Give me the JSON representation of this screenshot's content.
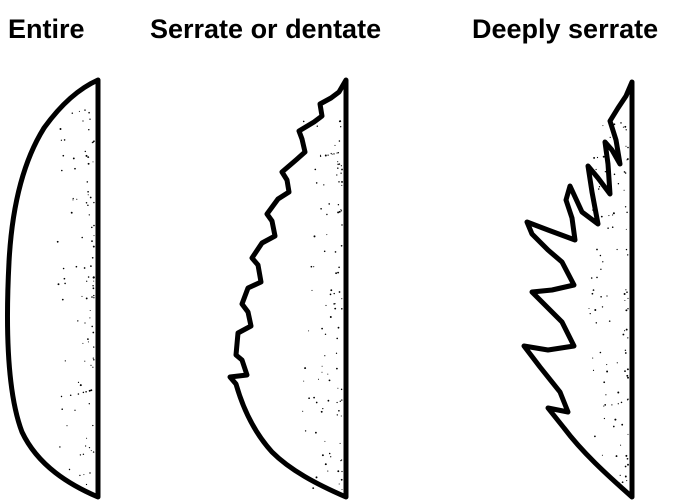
{
  "labels": {
    "entire": "Entire",
    "serrate": "Serrate or dentate",
    "deep": "Deeply serrate"
  },
  "colors": {
    "ink": "#000000",
    "background": "#ffffff"
  }
}
